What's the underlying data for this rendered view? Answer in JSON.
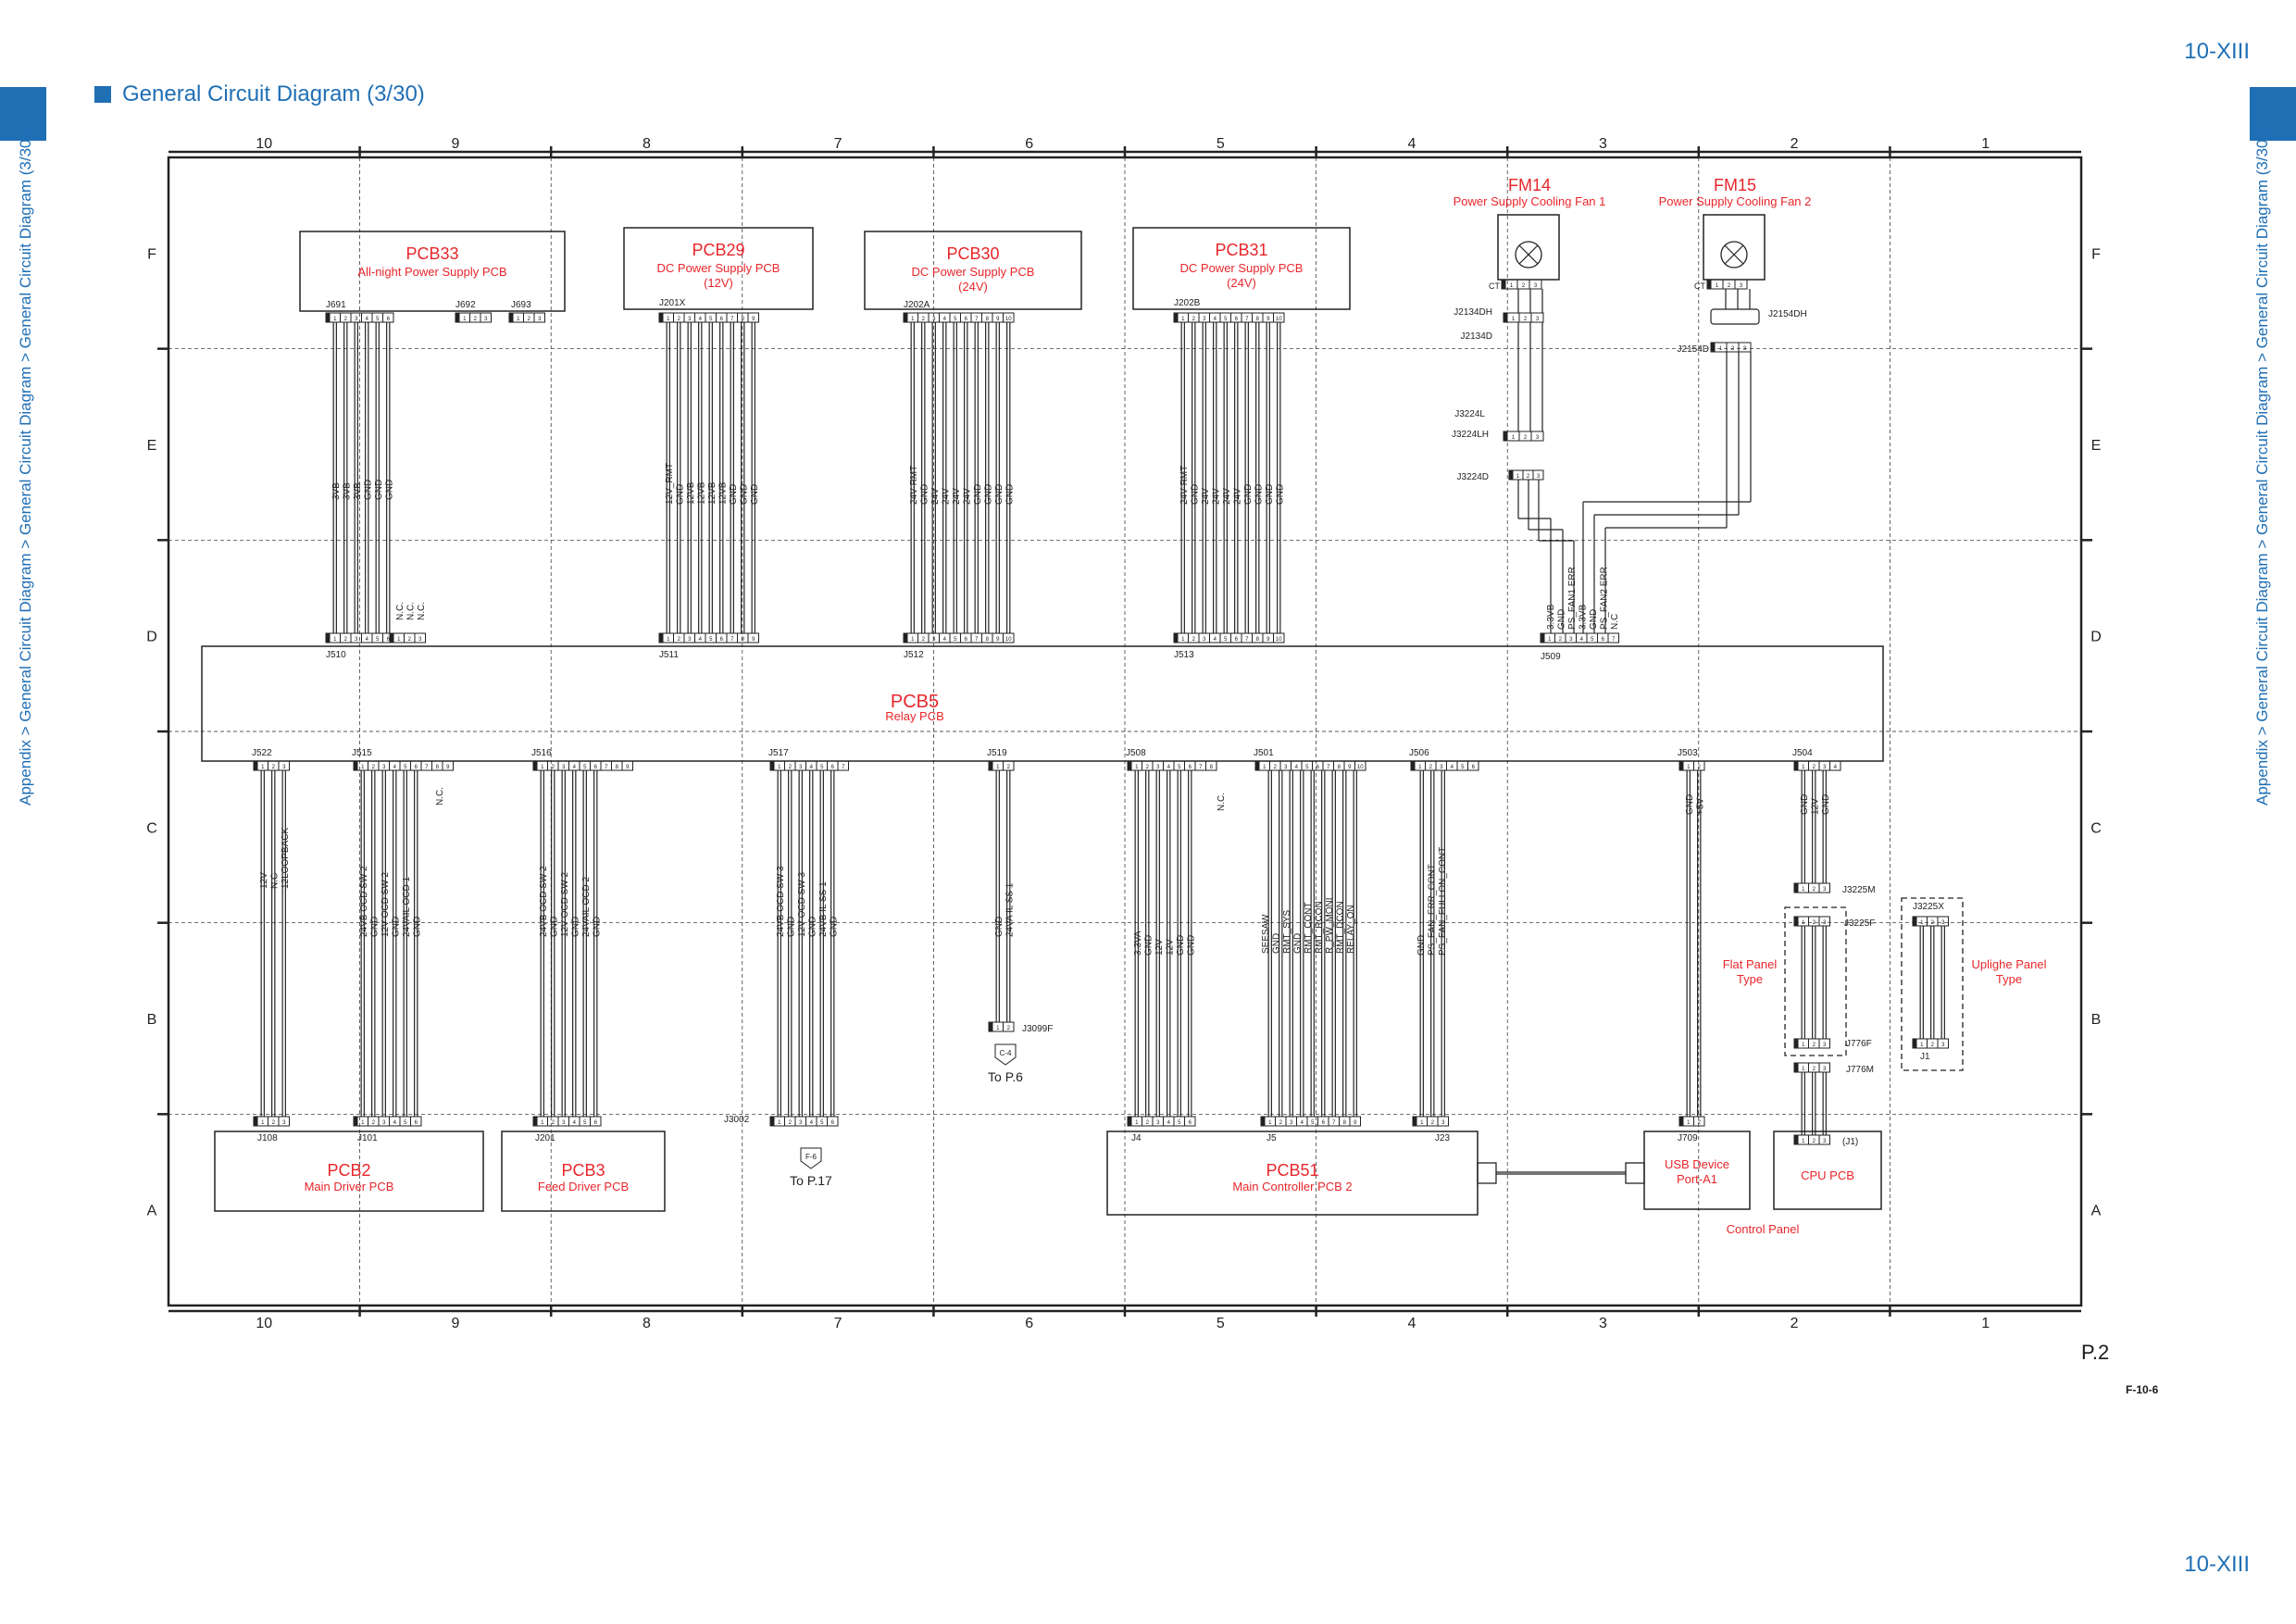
{
  "page": {
    "number_top": "10-XIII",
    "number_bottom": "10-XIII",
    "breadcrumb": "Appendix > General Circuit Diagram > General Circuit Diagram > General Circuit Diagram (3/30)",
    "title": "General Circuit Diagram (3/30)",
    "page_ref": "P.2",
    "figure_id": "F-10-6",
    "accent_color": "#1f6fb5",
    "label_color": "#e8262b"
  },
  "grid": {
    "columns": [
      "10",
      "9",
      "8",
      "7",
      "6",
      "5",
      "4",
      "3",
      "2",
      "1"
    ],
    "rows": [
      "F",
      "E",
      "D",
      "C",
      "B",
      "A"
    ]
  },
  "components": {
    "pcb33": {
      "name": "PCB33",
      "desc": "All-night Power Supply PCB"
    },
    "pcb29": {
      "name": "PCB29",
      "desc": "DC Power Supply PCB",
      "desc2": "(12V)"
    },
    "pcb30": {
      "name": "PCB30",
      "desc": "DC Power Supply PCB",
      "desc2": "(24V)"
    },
    "pcb31": {
      "name": "PCB31",
      "desc": "DC Power Supply PCB",
      "desc2": "(24V)"
    },
    "fm14": {
      "name": "FM14",
      "desc": "Power Supply Cooling Fan 1"
    },
    "fm15": {
      "name": "FM15",
      "desc": "Power Supply Cooling Fan 2"
    },
    "pcb5": {
      "name": "PCB5",
      "desc": "Relay PCB"
    },
    "pcb2": {
      "name": "PCB2",
      "desc": "Main Driver PCB"
    },
    "pcb3": {
      "name": "PCB3",
      "desc": "Feed Driver PCB"
    },
    "pcb51": {
      "name": "PCB51",
      "desc": "Main Controller PCB 2"
    },
    "usb": {
      "desc": "USB Device",
      "desc2": "Port-A1"
    },
    "cpu": {
      "desc": "CPU PCB",
      "conn": "(J1)"
    },
    "control_panel": "Control Panel",
    "flat_panel": {
      "line1": "Flat Panel",
      "line2": "Type"
    },
    "upright_panel": {
      "line1": "Uplighe Panel",
      "line2": "Type"
    }
  },
  "connectors": {
    "j691": "J691",
    "j692": "J692",
    "j693": "J693",
    "j201x": "J201X",
    "j202a": "J202A",
    "j202b": "J202B",
    "j510": "J510",
    "j511": "J511",
    "j512": "J512",
    "j513": "J513",
    "j509": "J509",
    "j522": "J522",
    "j515": "J515",
    "j516": "J516",
    "j517": "J517",
    "j519": "J519",
    "j508": "J508",
    "j501": "J501",
    "j506": "J506",
    "j503": "J503",
    "j504": "J504",
    "j108": "J108",
    "j101": "J101",
    "j201": "J201",
    "j3002": "J3002",
    "j3099f": "J3099F",
    "j4": "J4",
    "j5": "J5",
    "j23": "J23",
    "j709": "J709",
    "j2134dh": "J2134DH",
    "j2134d": "J2134D",
    "j3224l": "J3224L",
    "j3224lh": "J3224LH",
    "j3224d": "J3224D",
    "j2154dh": "J2154DH",
    "j2154d": "J2154D",
    "ct1": "CT",
    "ct2": "CT",
    "j3225m": "J3225M",
    "j3225f": "J3225F",
    "j3225x": "J3225X",
    "j776f": "J776F",
    "j776m": "J776M",
    "j1": "J1"
  },
  "references": {
    "c4": {
      "tag": "C-4",
      "text": "To P.6"
    },
    "f6": {
      "tag": "F-6",
      "text": "To P.17"
    }
  },
  "wires": {
    "j510": [
      "3VB",
      "3VB",
      "3VB",
      "GND",
      "GND",
      "GND"
    ],
    "j510_nc": [
      "N.C.",
      "N.C.",
      "N.C."
    ],
    "j511": [
      "12V_RMT",
      "GND",
      "12VB",
      "12VB",
      "12VB",
      "12VB",
      "GND",
      "GND",
      "GND"
    ],
    "j512": [
      "24V-RMT",
      "GND",
      "24V",
      "24V",
      "24V",
      "24V",
      "GND",
      "GND",
      "GND",
      "GND"
    ],
    "j513": [
      "24V-RMT",
      "GND",
      "24V",
      "24V",
      "24V",
      "24V",
      "GND",
      "GND",
      "GND",
      "GND"
    ],
    "j509": [
      "3.3VB",
      "GND",
      "PS_FAN1 ERR",
      "3.3VB",
      "GND",
      "PS_FAN2 ERR",
      "N.C"
    ],
    "j522": [
      "12V",
      "N.C",
      "12LOOPBACK"
    ],
    "j515": [
      "24VB OCD SW 2",
      "GND",
      "12V OCD SW 2",
      "GND",
      "24VAIL OCD 1",
      "GND"
    ],
    "j515_nc": "N.C.",
    "j516": [
      "24VB OCD SW 2",
      "GND",
      "12V OCD SW 2",
      "GND",
      "24VAIL OCD 2",
      "GND"
    ],
    "j517": [
      "24VB OCD SW 3",
      "GND",
      "12V OCD SW 3",
      "GND",
      "24VB IL SS 1",
      "GND"
    ],
    "j519": [
      "GND",
      "24VA IL SS 1"
    ],
    "j508": [
      "3.3VA",
      "GND",
      "12V",
      "12V",
      "GND",
      "GND"
    ],
    "j508_nc": "N.C.",
    "j501": [
      "SEESAW",
      "GND",
      "RMT_SYS",
      "GND",
      "RMT_CONT",
      "RMT_RCON",
      "R_PW_MONI",
      "RMT_DCON",
      "RELAY_ON"
    ],
    "j506": [
      "GND",
      "PS_FAN_ERR_CONT",
      "PS_FAN_FULLON_CONT"
    ],
    "j503": [
      "GND",
      "+5V"
    ],
    "j504": [
      "GND",
      "12V",
      "GND"
    ]
  }
}
